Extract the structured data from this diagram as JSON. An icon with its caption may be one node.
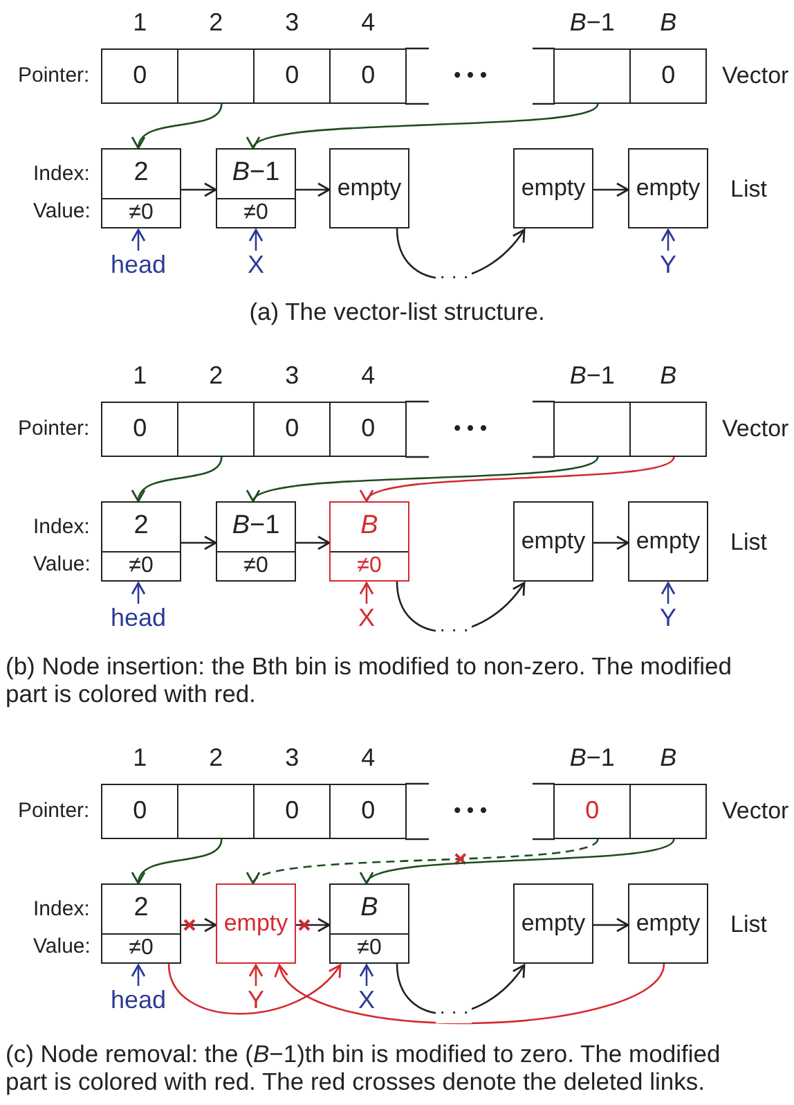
{
  "diagram": {
    "nodes": [
      {
        "text": [
          "0"
        ],
        "beside": [
          "1"
        ]
      },
      {
        "text": [],
        "shape": "box",
        "beside": [
          "2"
        ]
      },
      {
        "text": [
          "0"
        ],
        "beside": [
          "3"
        ]
      },
      {
        "text": [
          "0"
        ],
        "beside": [
          "4"
        ]
      },
      {
        "text": [],
        "shape": "box",
        "beside": [
          "*B*−1"
        ]
      },
      {
        "text": [
          "0"
        ],
        "beside": [
          "*B*"
        ]
      },
      {
        "text": [
          "2",
          "≠0"
        ]
      },
      {
        "text": [
          "*B*−1",
          "≠0"
        ]
      },
      {
        "text": [
          "empty"
        ]
      },
      {
        "text": [
          "empty"
        ]
      },
      {
        "text": [
          "empty"
        ]
      },
      {
        "text": [
          "head"
        ]
      },
      {
        "text": [
          "X"
        ]
      },
      {
        "text": [
          "Y"
        ]
      },
      {
        "text": [
          "0"
        ],
        "beside": [
          "1"
        ]
      },
      {
        "text": [],
        "shape": "box",
        "beside": [
          "2"
        ]
      },
      {
        "text": [
          "0"
        ],
        "beside": [
          "3"
        ]
      },
      {
        "text": [
          "0"
        ],
        "beside": [
          "4"
        ]
      },
      {
        "text": [],
        "shape": "box",
        "beside": [
          "*B*−1"
        ]
      },
      {
        "text": [],
        "shape": "box",
        "beside": [
          "*B*"
        ]
      },
      {
        "text": [
          "2",
          "≠0"
        ]
      },
      {
        "text": [
          "*B*−1",
          "≠0"
        ]
      },
      {
        "text": [
          "*B*",
          "≠0"
        ]
      },
      {
        "text": [
          "empty"
        ]
      },
      {
        "text": [
          "empty"
        ]
      },
      {
        "text": [
          "head"
        ]
      },
      {
        "text": [
          "X"
        ]
      },
      {
        "text": [
          "Y"
        ]
      },
      {
        "text": [
          "0"
        ],
        "beside": [
          "1"
        ]
      },
      {
        "text": [],
        "shape": "box",
        "beside": [
          "2"
        ]
      },
      {
        "text": [
          "0"
        ],
        "beside": [
          "3"
        ]
      },
      {
        "text": [
          "0"
        ],
        "beside": [
          "4"
        ]
      },
      {
        "text": [
          "0"
        ],
        "beside": [
          "*B*−1"
        ]
      },
      {
        "text": [],
        "shape": "box",
        "beside": [
          "*B*"
        ]
      },
      {
        "text": [
          "2",
          "≠0"
        ]
      },
      {
        "text": [
          "empty"
        ]
      },
      {
        "text": [
          "*B*",
          "≠0"
        ]
      },
      {
        "text": [
          "empty"
        ]
      },
      {
        "text": [
          "empty"
        ]
      },
      {
        "text": [
          "head"
        ]
      },
      {
        "text": [
          "Y"
        ]
      },
      {
        "text": [
          "X"
        ]
      }
    ],
    "edges": [
      {
        "from": 1,
        "to": 6,
        "arrow": "to",
        "color": "#1e4d1e"
      },
      {
        "from": 4,
        "to": 7,
        "arrow": "to",
        "color": "#1e4d1e"
      },
      {
        "from": 6,
        "to": 7,
        "arrow": "to"
      },
      {
        "from": 7,
        "to": 8,
        "arrow": "to"
      },
      {
        "from": 8,
        "to": 9,
        "arrow": "to",
        "label": "· · ·"
      },
      {
        "from": 9,
        "to": 10,
        "arrow": "to"
      },
      {
        "from": 11,
        "to": 6,
        "arrow": "to",
        "color": "#2b3a97"
      },
      {
        "from": 12,
        "to": 7,
        "arrow": "to",
        "color": "#2b3a97"
      },
      {
        "from": 13,
        "to": 10,
        "arrow": "to",
        "color": "#2b3a97"
      },
      {
        "from": 15,
        "to": 20,
        "arrow": "to",
        "color": "#1e4d1e"
      },
      {
        "from": 18,
        "to": 21,
        "arrow": "to",
        "color": "#1e4d1e"
      },
      {
        "from": 19,
        "to": 22,
        "arrow": "to",
        "color": "#d42a2f"
      },
      {
        "from": 20,
        "to": 21,
        "arrow": "to"
      },
      {
        "from": 21,
        "to": 22,
        "arrow": "to"
      },
      {
        "from": 22,
        "to": 23,
        "arrow": "to",
        "label": "· · ·"
      },
      {
        "from": 23,
        "to": 24,
        "arrow": "to"
      },
      {
        "from": 25,
        "to": 20,
        "arrow": "to",
        "color": "#2b3a97"
      },
      {
        "from": 26,
        "to": 22,
        "arrow": "to",
        "color": "#d42a2f"
      },
      {
        "from": 27,
        "to": 24,
        "arrow": "to",
        "color": "#2b3a97"
      },
      {
        "from": 29,
        "to": 34,
        "arrow": "to",
        "color": "#1e4d1e"
      },
      {
        "from": 32,
        "to": 35,
        "arrow": "to",
        "color": "#1e4d1e",
        "style": "dashed"
      },
      {
        "from": 33,
        "to": 36,
        "arrow": "to",
        "color": "#1e4d1e"
      },
      {
        "from": 34,
        "to": 35,
        "arrow": "to"
      },
      {
        "from": 35,
        "to": 36,
        "arrow": "to"
      },
      {
        "from": 36,
        "to": 37,
        "arrow": "to",
        "label": "· · ·"
      },
      {
        "from": 37,
        "to": 38,
        "arrow": "to"
      },
      {
        "from": 39,
        "to": 34,
        "arrow": "to",
        "color": "#2b3a97"
      },
      {
        "from": 40,
        "to": 35,
        "arrow": "to",
        "color": "#d42a2f"
      },
      {
        "from": 41,
        "to": 36,
        "arrow": "to",
        "color": "#2b3a97"
      },
      {
        "from": 34,
        "to": 36,
        "arrow": "to",
        "color": "#d42a2f"
      },
      {
        "from": 38,
        "to": 35,
        "arrow": "to",
        "color": "#d42a2f"
      }
    ],
    "labels": [
      "Pointer:",
      "• • •",
      "Vector",
      "Index:",
      "Value:",
      "List",
      "(a) The vector-list structure.",
      "Pointer:",
      "• • •",
      "Vector",
      "Index:",
      "Value:",
      "List",
      "(b) Node insertion: the Bth bin is modified to non-zero. The modified part is colored with red.",
      "Pointer:",
      "• • •",
      "Vector",
      "Index:",
      "Value:",
      "List",
      "(c) Node removal: the (*B*−1)th bin is modified to zero. The modified part is colored with red. The red crosses denote the deleted links."
    ]
  }
}
